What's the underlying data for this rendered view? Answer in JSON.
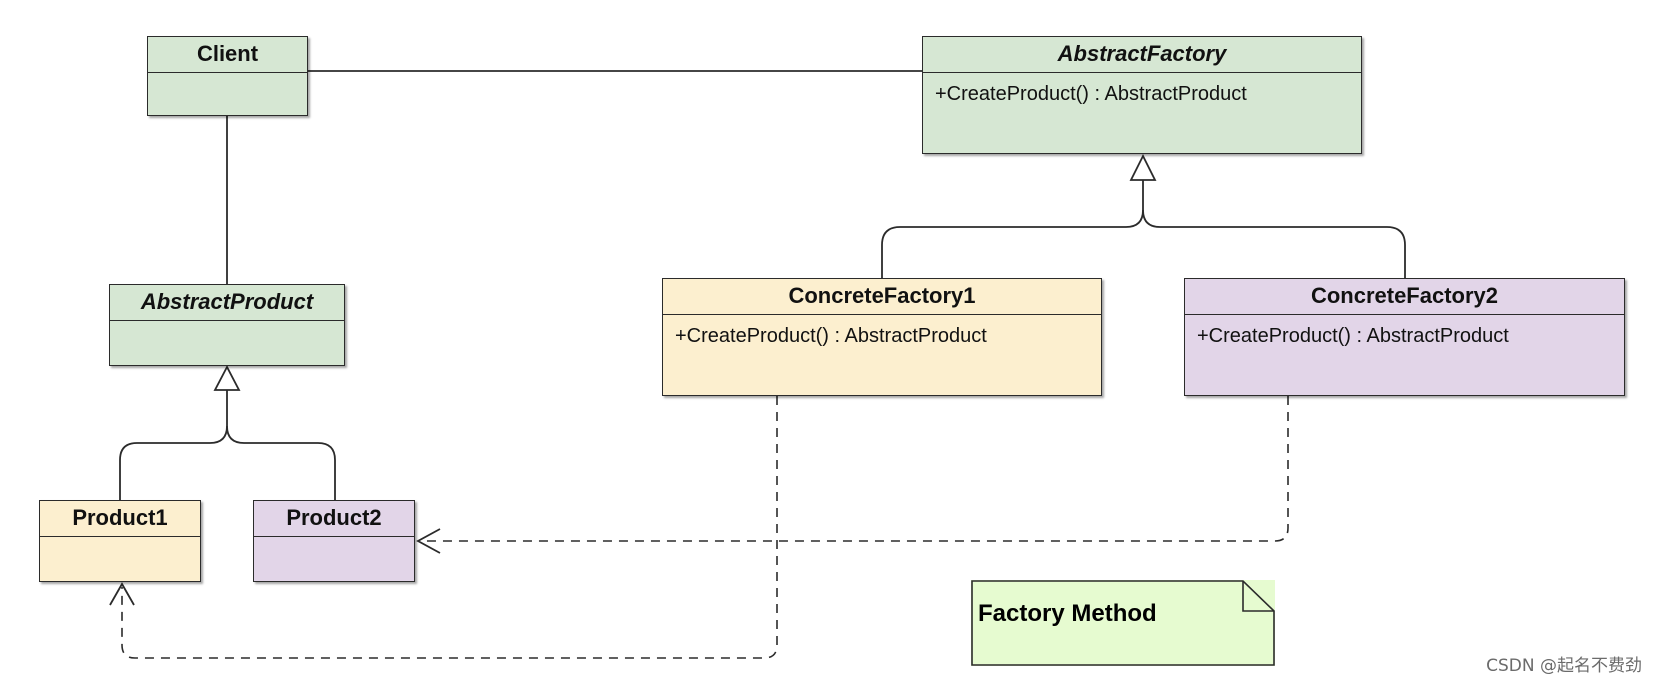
{
  "diagram": {
    "classes": {
      "client": {
        "name": "Client",
        "members": []
      },
      "abstract_factory": {
        "name": "AbstractFactory",
        "members": [
          "+CreateProduct() : AbstractProduct"
        ]
      },
      "abstract_product": {
        "name": "AbstractProduct",
        "members": []
      },
      "concrete_factory_1": {
        "name": "ConcreteFactory1",
        "members": [
          "+CreateProduct() : AbstractProduct"
        ]
      },
      "concrete_factory_2": {
        "name": "ConcreteFactory2",
        "members": [
          "+CreateProduct() : AbstractProduct"
        ]
      },
      "product_1": {
        "name": "Product1",
        "members": []
      },
      "product_2": {
        "name": "Product2",
        "members": []
      }
    },
    "note": "Factory Method",
    "colors": {
      "green": "#d6e7d3",
      "yellow": "#fcefcf",
      "purple": "#e2d5e8",
      "note": "#e6fbd0",
      "line": "#2b2b2b"
    }
  },
  "watermark": "CSDN @起名不费劲"
}
